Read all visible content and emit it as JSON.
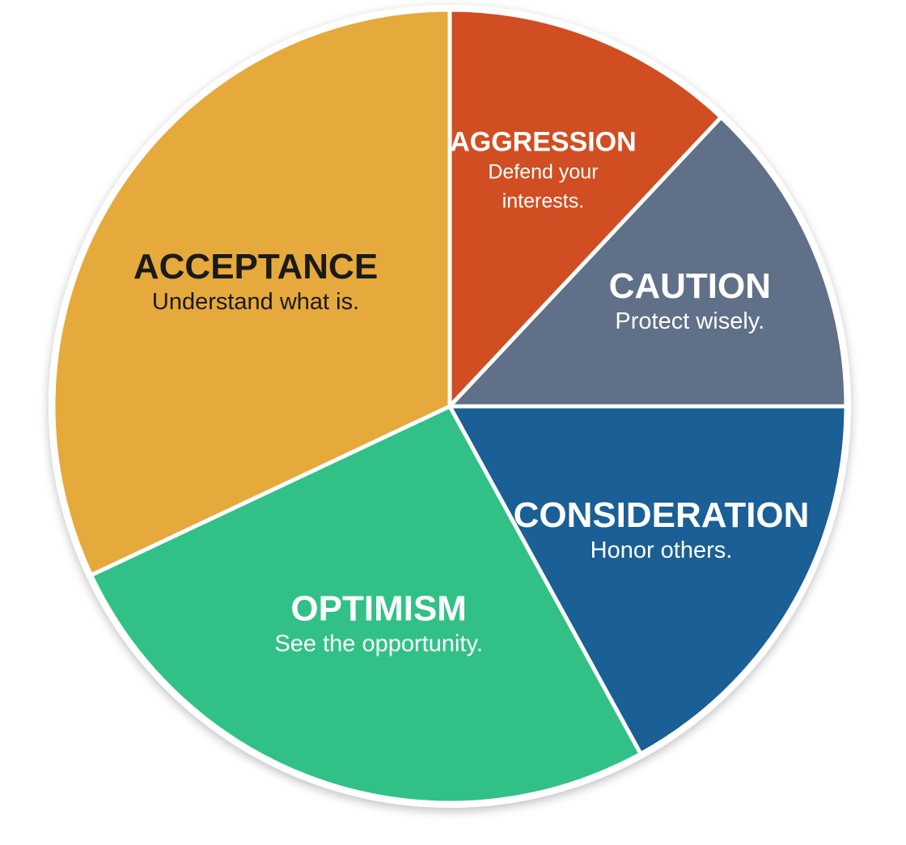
{
  "chart_data": {
    "type": "pie",
    "start_angle_deg": 0,
    "direction": "clockwise",
    "slices": [
      {
        "label": "AGGRESSION",
        "subtitle": [
          "Defend your",
          "interests."
        ],
        "value": 12,
        "color": "#D04E22",
        "text_color": "#ffffff"
      },
      {
        "label": "CAUTION",
        "subtitle": [
          "Protect wisely."
        ],
        "value": 13,
        "color": "#5F7088",
        "text_color": "#ffffff"
      },
      {
        "label": "CONSIDERATION",
        "subtitle": [
          "Honor others."
        ],
        "value": 17,
        "color": "#1A5F95",
        "text_color": "#ffffff"
      },
      {
        "label": "OPTIMISM",
        "subtitle": [
          "See the opportunity."
        ],
        "value": 26,
        "color": "#31C187",
        "text_color": "#ffffff"
      },
      {
        "label": "ACCEPTANCE",
        "subtitle": [
          "Understand what is."
        ],
        "value": 32,
        "color": "#E6A93C",
        "text_color": "#1a1a1a"
      }
    ]
  }
}
